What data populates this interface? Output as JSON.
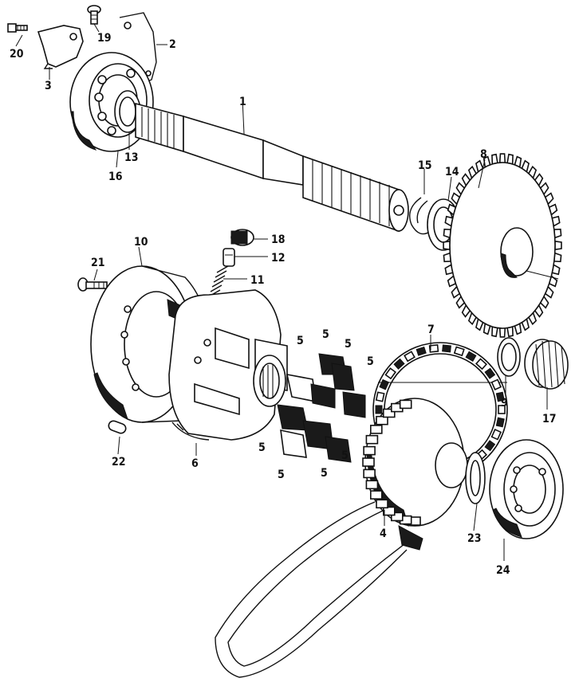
{
  "callouts": {
    "c1": "1",
    "c2": "2",
    "c3": "3",
    "c4": "4",
    "c5a": "5",
    "c5b": "5",
    "c5c": "5",
    "c5d": "5",
    "c5e": "5",
    "c5f": "5",
    "c5g": "5",
    "c5h": "5",
    "c6": "6",
    "c7": "7",
    "c8": "8",
    "c9": "9",
    "c10": "10",
    "c11": "11",
    "c12": "12",
    "c13": "13",
    "c14": "14",
    "c15": "15",
    "c16": "16",
    "c17": "17",
    "c18": "18",
    "c19": "19",
    "c20": "20",
    "c21": "21",
    "c22": "22",
    "c23": "23",
    "c24": "24"
  },
  "colors": {
    "ink": "#111111",
    "paper": "#ffffff"
  }
}
